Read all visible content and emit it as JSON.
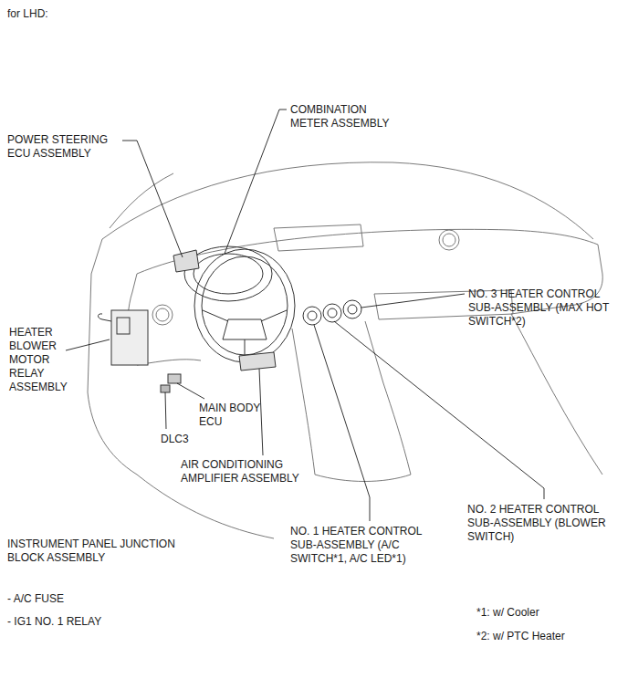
{
  "diagram": {
    "title": "for LHD:",
    "labels": [
      "COMBINATION METER ASSEMBLY",
      "POWER STEERING ECU ASSEMBLY",
      "NO. 3 HEATER CONTROL SUB-ASSEMBLY (MAX HOT SWITCH*2)",
      "HEATER BLOWER MOTOR RELAY ASSEMBLY",
      "MAIN BODY ECU",
      "DLC3",
      "AIR CONDITIONING AMPLIFIER ASSEMBLY",
      "NO. 2 HEATER CONTROL SUB-ASSEMBLY (BLOWER SWITCH)",
      "INSTRUMENT PANEL JUNCTION BLOCK ASSEMBLY",
      "NO. 1 HEATER CONTROL SUB-ASSEMBLY (A/C SWITCH*1, A/C LED*1)",
      "- A/C FUSE",
      "- IG1 NO. 1 RELAY",
      "*1: w/ Cooler",
      "*2: w/ PTC Heater"
    ]
  }
}
